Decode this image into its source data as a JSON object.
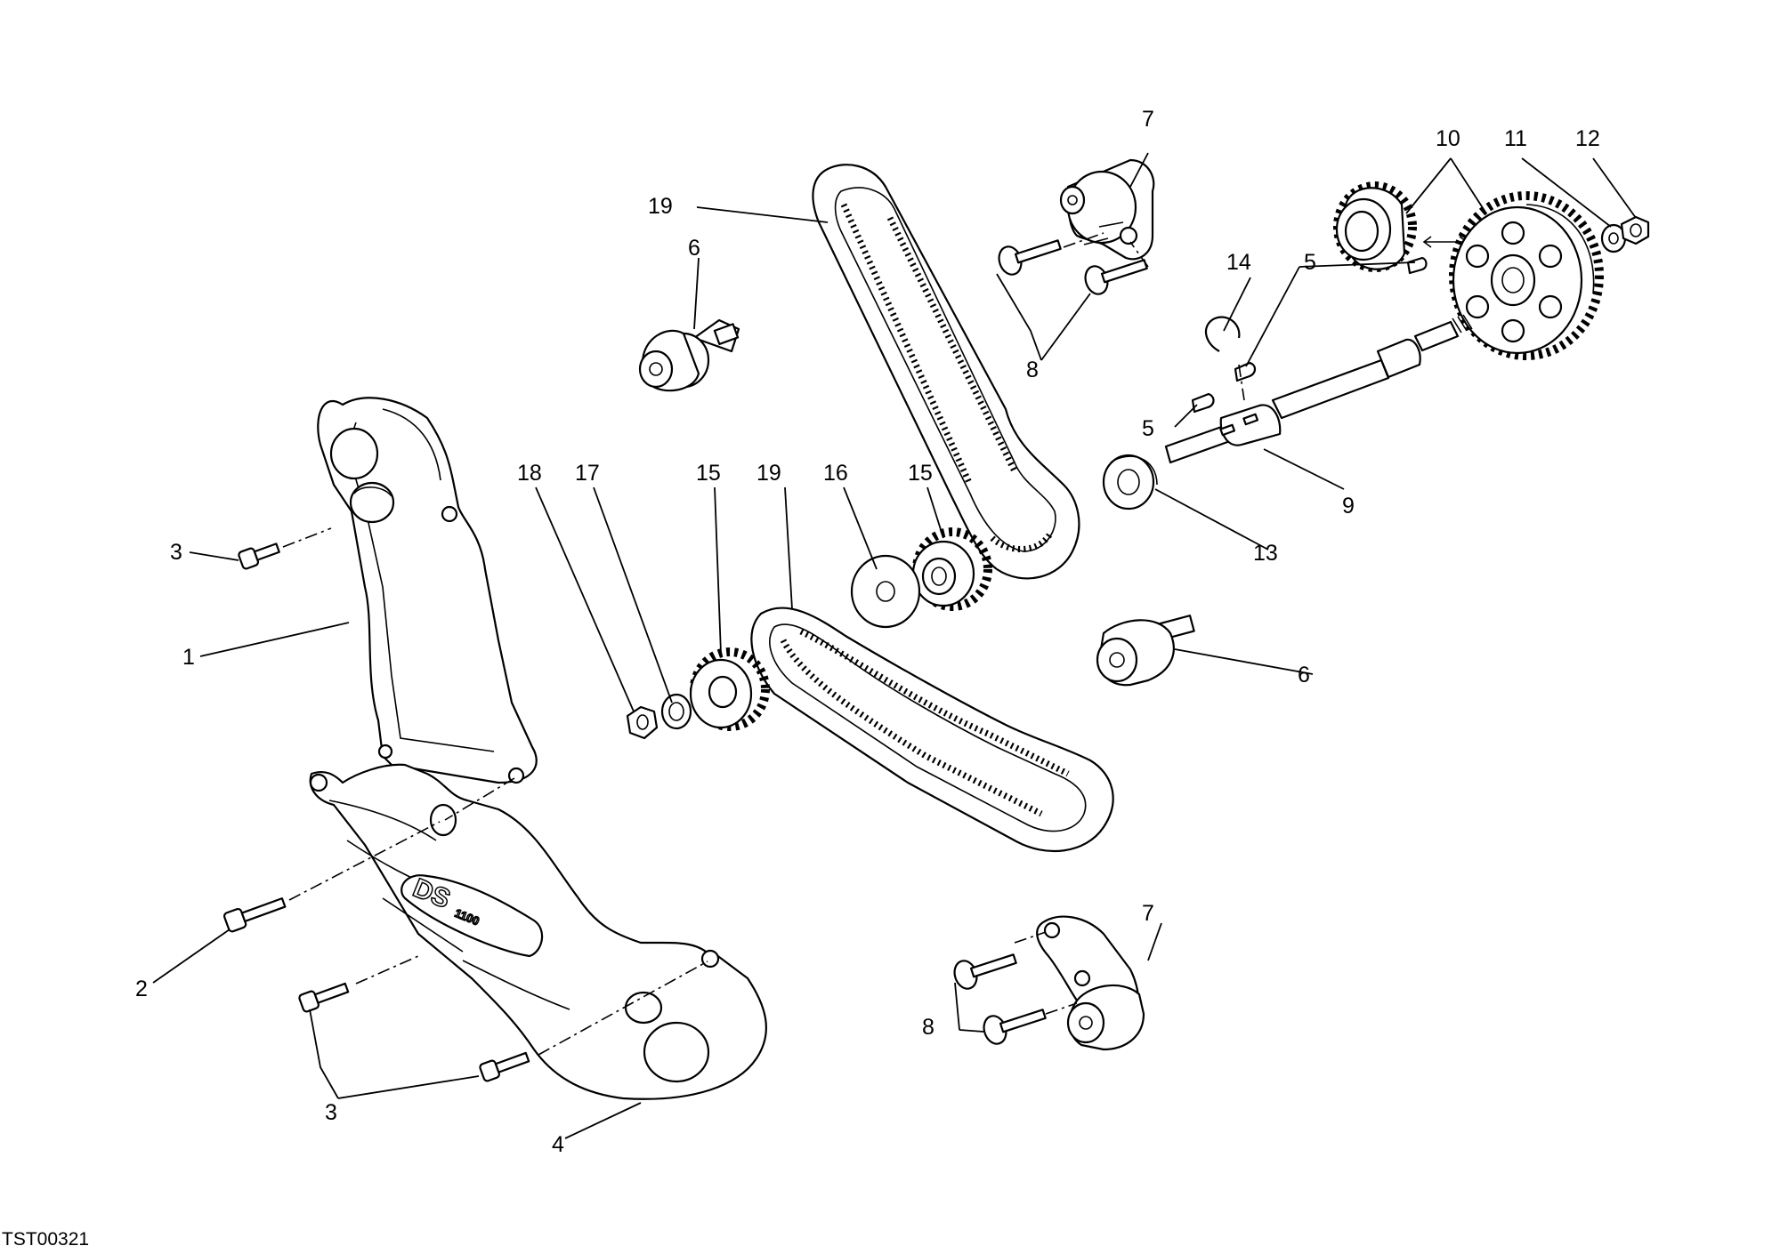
{
  "drawing_code": "TST00321",
  "cover_logo": {
    "model": "DS",
    "displacement": "1100"
  },
  "callouts": [
    {
      "id": "c3a",
      "label": "3"
    },
    {
      "id": "c1",
      "label": "1"
    },
    {
      "id": "c2",
      "label": "2"
    },
    {
      "id": "c3b",
      "label": "3"
    },
    {
      "id": "c4",
      "label": "4"
    },
    {
      "id": "c6a",
      "label": "6"
    },
    {
      "id": "c19a",
      "label": "19"
    },
    {
      "id": "c7a",
      "label": "7"
    },
    {
      "id": "c8a",
      "label": "8"
    },
    {
      "id": "c10",
      "label": "10"
    },
    {
      "id": "c11",
      "label": "11"
    },
    {
      "id": "c12",
      "label": "12"
    },
    {
      "id": "c14",
      "label": "14"
    },
    {
      "id": "c5a",
      "label": "5"
    },
    {
      "id": "c5b",
      "label": "5"
    },
    {
      "id": "c9",
      "label": "9"
    },
    {
      "id": "c13",
      "label": "13"
    },
    {
      "id": "c18",
      "label": "18"
    },
    {
      "id": "c17",
      "label": "17"
    },
    {
      "id": "c15a",
      "label": "15"
    },
    {
      "id": "c19b",
      "label": "19"
    },
    {
      "id": "c16",
      "label": "16"
    },
    {
      "id": "c15b",
      "label": "15"
    },
    {
      "id": "c6b",
      "label": "6"
    },
    {
      "id": "c7b",
      "label": "7"
    },
    {
      "id": "c8b",
      "label": "8"
    }
  ]
}
